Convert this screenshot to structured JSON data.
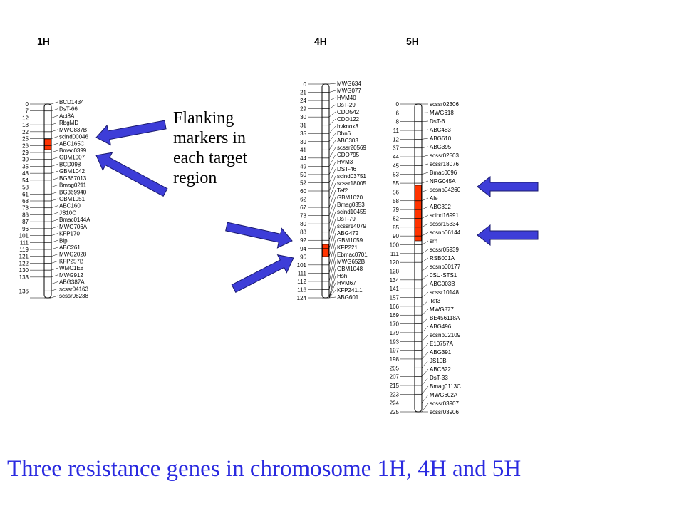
{
  "chromosomes": [
    {
      "name": "1H",
      "positions": [
        "0",
        "7",
        "12",
        "18",
        "22",
        "25",
        "26",
        "29",
        "30",
        "35",
        "48",
        "54",
        "58",
        "61",
        "68",
        "73",
        "86",
        "87",
        "96",
        "101",
        "111",
        "119",
        "121",
        "122",
        "130",
        "133",
        "",
        "136",
        ""
      ],
      "markers": [
        "BCD1434",
        "DsT-66",
        "Act8A",
        "RbgMD",
        "MWG837B",
        "scind00046",
        "ABC165C",
        "Bmac0399",
        "GBM1007",
        "BCD098",
        "GBM1042",
        "BG367013",
        "Bmag0211",
        "BG369940",
        "GBM1051",
        "ABC160",
        "JS10C",
        "Bmac0144A",
        "MWG706A",
        "KFP170",
        "Blp",
        "ABC261",
        "MWG2028",
        "KFP257B",
        "WMC1E8",
        "MWG912",
        "ABG387A",
        "scssr04163",
        "scssr08238"
      ]
    },
    {
      "name": "4H",
      "positions": [
        "0",
        "21",
        "24",
        "29",
        "30",
        "31",
        "35",
        "39",
        "41",
        "44",
        "49",
        "50",
        "52",
        "60",
        "62",
        "67",
        "73",
        "80",
        "83",
        "92",
        "94",
        "95",
        "101",
        "111",
        "112",
        "116",
        "124"
      ],
      "markers": [
        "MWG634",
        "MWG077",
        "HVM40",
        "DsT-29",
        "CDO542",
        "CDO122",
        "hvknox3",
        "Dhn6",
        "ABC303",
        "scssr20569",
        "CDO795",
        "HVM3",
        "DST-46",
        "scind03751",
        "scssr18005",
        "Tef2",
        "GBM1020",
        "Bmag0353",
        "scind10455",
        "DsT-79",
        "scssr14079",
        "ABG472",
        "GBM1059",
        "KFP221",
        "Ebmac0701",
        "MWG652B",
        "GBM1048",
        "Hsh",
        "HVM67",
        "KFP241.1",
        "ABG601"
      ]
    },
    {
      "name": "5H",
      "positions": [
        "0",
        "6",
        "8",
        "11",
        "12",
        "37",
        "44",
        "45",
        "53",
        "55",
        "56",
        "58",
        "79",
        "82",
        "85",
        "90",
        "100",
        "111",
        "120",
        "128",
        "134",
        "141",
        "157",
        "166",
        "169",
        "170",
        "179",
        "193",
        "197",
        "198",
        "205",
        "207",
        "215",
        "223",
        "224",
        "225"
      ],
      "markers": [
        "scssr02306",
        "MWG618",
        "DsT-6",
        "ABC483",
        "ABG610",
        "ABG395",
        "scssr02503",
        "scssr18076",
        "Bmac0096",
        "NRG045A",
        "scsnp04260",
        "Ale",
        "ABC302",
        "scind16991",
        "scssr15334",
        "scsnp06144",
        "srh",
        "scssr05939",
        "RSB001A",
        "scsnp00177",
        "0SU-STS1",
        "ABG003B",
        "scssr10148",
        "Tef3",
        "MWG877",
        "BE456118A",
        "ABG496",
        "scsnp02109",
        "E10757A",
        "ABG391",
        "JS10B",
        "ABC622",
        "DsT-33",
        "Bmag0113C",
        "MWG602A",
        "scssr03907",
        "scssr03906"
      ]
    }
  ],
  "flanking_text": [
    "Flanking",
    "markers in",
    "each target",
    "region"
  ],
  "caption": "Three resistance genes in chromosome 1H, 4H and 5H",
  "colors": {
    "target_region": "#ff3300",
    "arrow_fill": "#3d3dd8",
    "arrow_stroke": "#1a1a6e",
    "caption": "#2a2ae0"
  }
}
